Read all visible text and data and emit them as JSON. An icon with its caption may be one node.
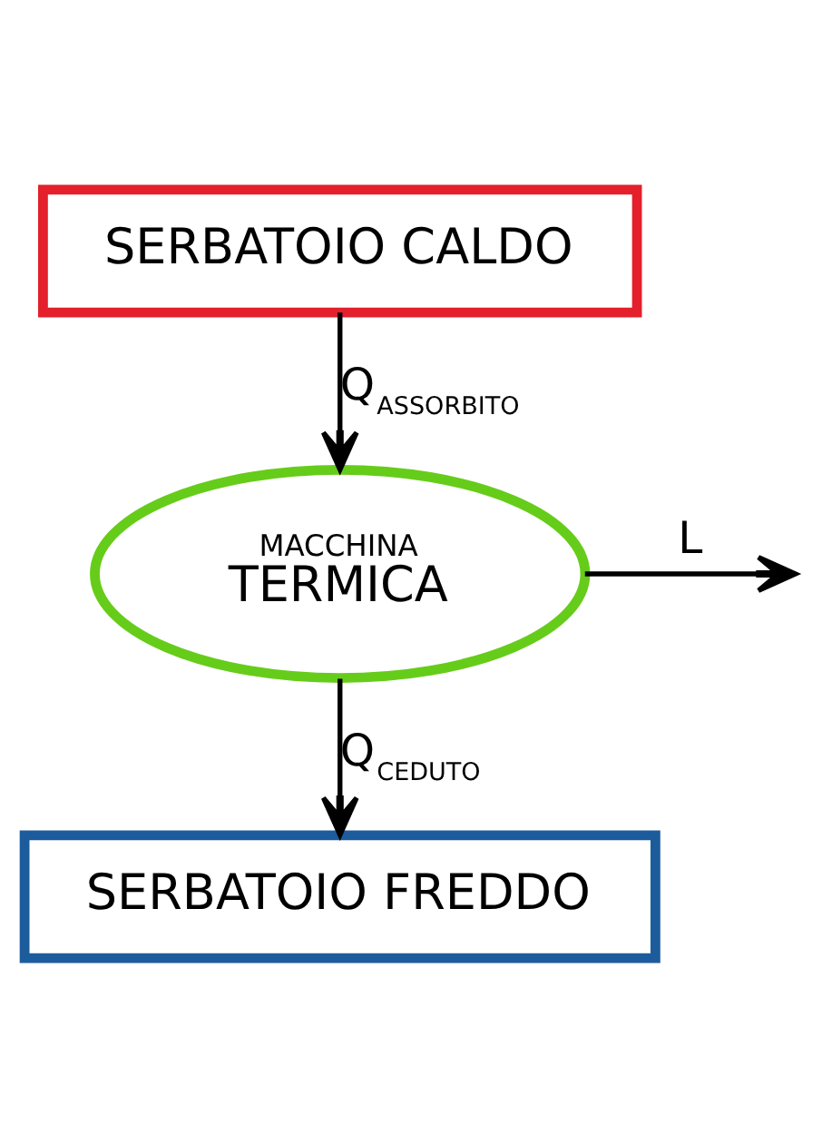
{
  "diagram": {
    "nodes": [
      {
        "text": [
          "SERBATOIO CALDO"
        ]
      },
      {
        "text": [
          "MACCHINA",
          "TERMICA"
        ]
      },
      {
        "text": [
          "SERBATOIO FREDDO"
        ]
      }
    ],
    "edges": [
      {
        "from": 0,
        "to": 1,
        "arrow": "to",
        "label": "Q$_{ASSORBITO}$"
      },
      {
        "from": 1,
        "to": null,
        "arrow": "to",
        "label": "L"
      },
      {
        "from": 1,
        "to": 2,
        "arrow": "to",
        "label": "Q$_{CEDUTO}$"
      }
    ]
  }
}
